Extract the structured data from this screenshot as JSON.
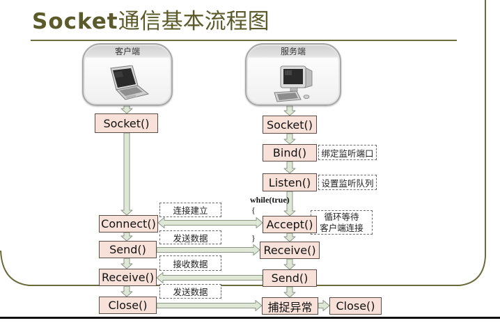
{
  "title": {
    "bold": "Socket",
    "rest": "通信基本流程图"
  },
  "colors": {
    "title": "#5a5a2a",
    "frame": "#6b6a3c",
    "step_fill": "#f8e1d9",
    "arrow_fill": "#dfe7d6"
  },
  "client": {
    "label": "客户端",
    "icon": "laptop-icon",
    "steps": {
      "socket": "Socket()",
      "connect": "Connect()",
      "send": "Send()",
      "receive": "Receive()",
      "close": "Close()"
    }
  },
  "server": {
    "label": "服务端",
    "icon": "desktop-computer-icon",
    "loop": {
      "keyword": "while(true)",
      "open": "{",
      "close": "}"
    },
    "steps": {
      "socket": "Socket()",
      "bind": "Bind()",
      "listen": "Listen()",
      "accept": "Accept()",
      "receive": "Receive()",
      "send": "Send()",
      "catch_exception": "捕捉异常",
      "close": "Close()"
    }
  },
  "notes": {
    "bind": "绑定监听端口",
    "listen": "设置监听队列",
    "accept": [
      "循环等待",
      "客户端连接"
    ],
    "connect": "连接建立",
    "send": "发送数据",
    "receive": "接收数据",
    "close": "发送数据"
  }
}
